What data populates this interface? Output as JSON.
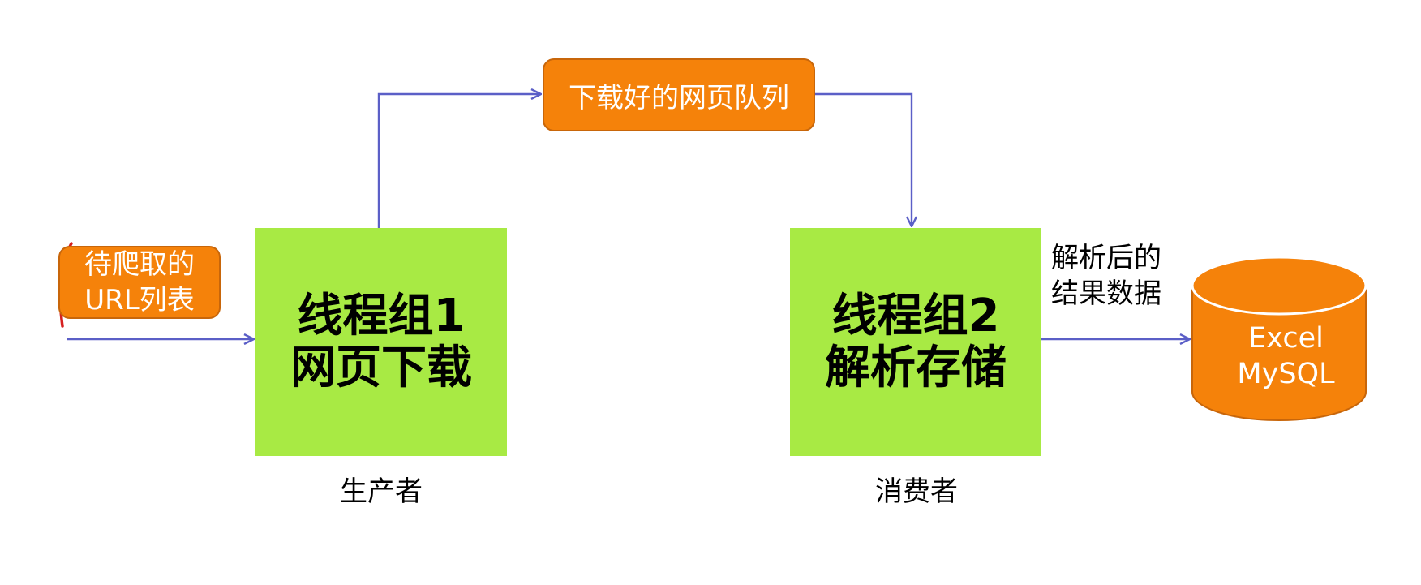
{
  "nodes": {
    "url_list": {
      "lines": [
        "待爬取的",
        "URL列表"
      ]
    },
    "queue": {
      "label": "下载好的网页队列"
    },
    "group1": {
      "lines": [
        "线程组1",
        "网页下载"
      ]
    },
    "group2": {
      "lines": [
        "线程组2",
        "解析存储"
      ]
    },
    "database": {
      "lines": [
        "Excel",
        "MySQL"
      ]
    }
  },
  "labels": {
    "producer": "生产者",
    "consumer": "消费者",
    "parsed_result": [
      "解析后的",
      "结果数据"
    ]
  },
  "colors": {
    "orange": "#f5820a",
    "green": "#a8ea44",
    "arrow": "#5b5fc7",
    "annotation": "#d62020"
  }
}
